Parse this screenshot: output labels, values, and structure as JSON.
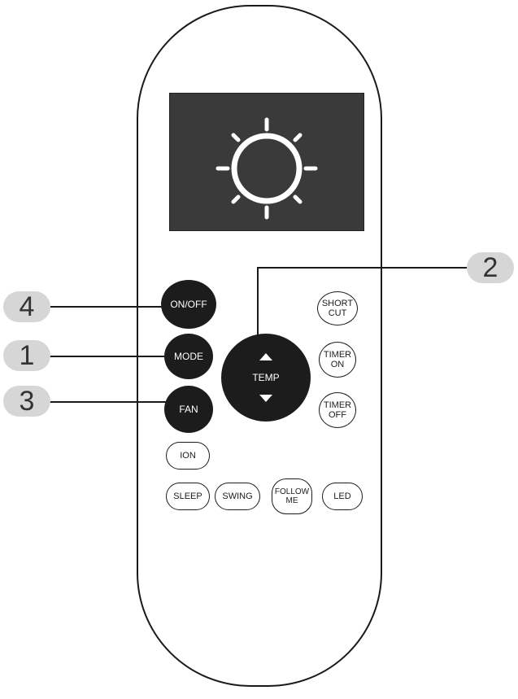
{
  "display": {
    "icon": "sun-icon",
    "colors": {
      "screen": "#3a3a3a",
      "icon": "#ffffff"
    }
  },
  "buttons": {
    "on_off": "ON/OFF",
    "mode": "MODE",
    "fan": "FAN",
    "temp": "TEMP",
    "short_cut": [
      "SHORT",
      "CUT"
    ],
    "timer_on": [
      "TIMER",
      "ON"
    ],
    "timer_off": [
      "TIMER",
      "OFF"
    ],
    "ion": "ION",
    "sleep": "SLEEP",
    "swing": "SWING",
    "follow_me": [
      "FOLLOW",
      "ME"
    ],
    "led": "LED"
  },
  "callouts": [
    "4",
    "1",
    "3",
    "2"
  ],
  "colors": {
    "button_dark": "#1c1c1c",
    "badge": "#d6d6d6",
    "outline": "#1a1a1a"
  }
}
